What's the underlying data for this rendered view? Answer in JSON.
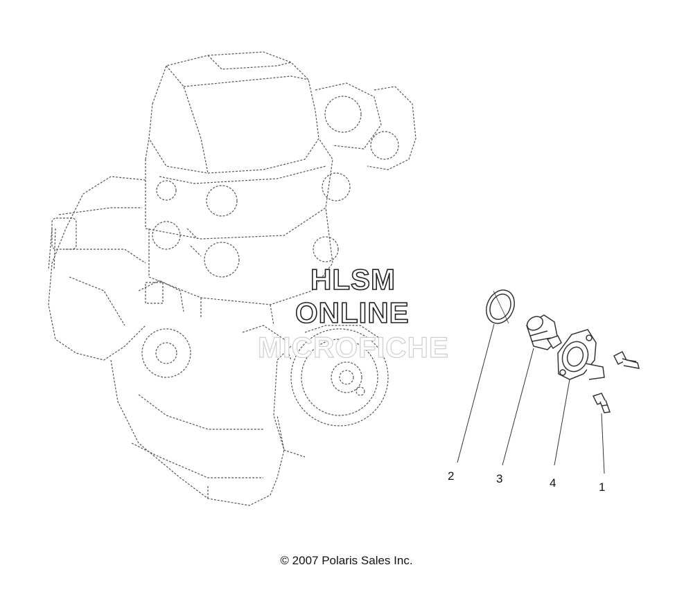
{
  "watermark": {
    "line1": "HLSM",
    "line2": "ONLINE",
    "line3": "MICROFICHE"
  },
  "callouts": [
    {
      "label": "2"
    },
    {
      "label": "3"
    },
    {
      "label": "4"
    },
    {
      "label": "1"
    }
  ],
  "footer": {
    "copyright": "© 2007 Polaris Sales Inc."
  },
  "colors": {
    "line": "#3a3a3a",
    "engine_line": "#555555",
    "background": "#ffffff"
  }
}
